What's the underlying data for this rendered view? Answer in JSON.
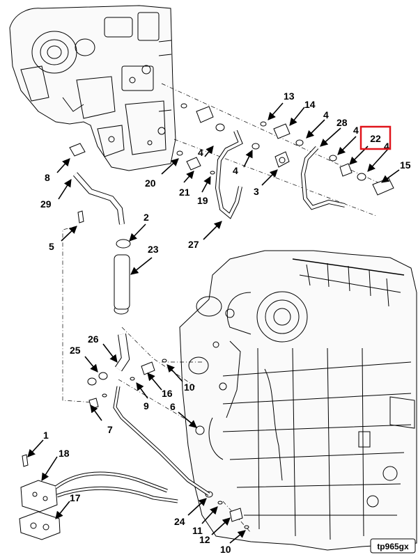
{
  "figure": {
    "reference_code": "tp965gx",
    "highlighted_callout": "22",
    "highlight_color": "#e0141b",
    "line_color": "#000000",
    "background": "#ffffff"
  },
  "callouts": [
    {
      "id": "c1",
      "label": "1"
    },
    {
      "id": "c2",
      "label": "2"
    },
    {
      "id": "c3",
      "label": "3"
    },
    {
      "id": "c4a",
      "label": "4"
    },
    {
      "id": "c4b",
      "label": "4"
    },
    {
      "id": "c4c",
      "label": "4"
    },
    {
      "id": "c4d",
      "label": "4"
    },
    {
      "id": "c4e",
      "label": "4"
    },
    {
      "id": "c5",
      "label": "5"
    },
    {
      "id": "c6",
      "label": "6"
    },
    {
      "id": "c7",
      "label": "7"
    },
    {
      "id": "c8",
      "label": "8"
    },
    {
      "id": "c9",
      "label": "9"
    },
    {
      "id": "c10a",
      "label": "10"
    },
    {
      "id": "c10b",
      "label": "10"
    },
    {
      "id": "c11",
      "label": "11"
    },
    {
      "id": "c12",
      "label": "12"
    },
    {
      "id": "c13",
      "label": "13"
    },
    {
      "id": "c14",
      "label": "14"
    },
    {
      "id": "c15",
      "label": "15"
    },
    {
      "id": "c16",
      "label": "16"
    },
    {
      "id": "c17",
      "label": "17"
    },
    {
      "id": "c18",
      "label": "18"
    },
    {
      "id": "c19",
      "label": "19"
    },
    {
      "id": "c20",
      "label": "20"
    },
    {
      "id": "c21",
      "label": "21"
    },
    {
      "id": "c22",
      "label": "22"
    },
    {
      "id": "c23",
      "label": "23"
    },
    {
      "id": "c24",
      "label": "24"
    },
    {
      "id": "c25",
      "label": "25"
    },
    {
      "id": "c26",
      "label": "26"
    },
    {
      "id": "c27",
      "label": "27"
    },
    {
      "id": "c28",
      "label": "28"
    },
    {
      "id": "c29",
      "label": "29"
    }
  ]
}
